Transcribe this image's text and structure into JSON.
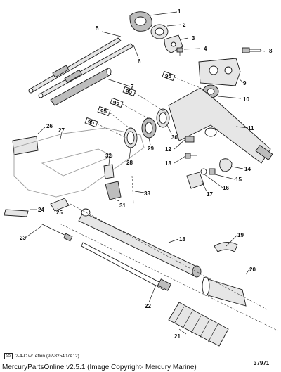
{
  "callouts": [
    "1",
    "2",
    "3",
    "4",
    "5",
    "6",
    "7",
    "8",
    "9",
    "10",
    "11",
    "12",
    "13",
    "14",
    "15",
    "16",
    "17",
    "18",
    "19",
    "20",
    "21",
    "22",
    "23",
    "24",
    "25",
    "26",
    "27",
    "28",
    "29",
    "30",
    "31",
    "32",
    "33"
  ],
  "lube_marker": "95",
  "legend": {
    "symbol": "95",
    "text": "2-4-C w/Teflon (92-825407A12)"
  },
  "diagram_number": "37971",
  "copyright": "MercuryPartsOnline v2.5.1 (Image Copyright- Mercury Marine)",
  "colors": {
    "line": "#1a1a1a",
    "background": "#ffffff",
    "part_fill": "#e6e6e6",
    "dark_fill": "#bdbdbd"
  }
}
